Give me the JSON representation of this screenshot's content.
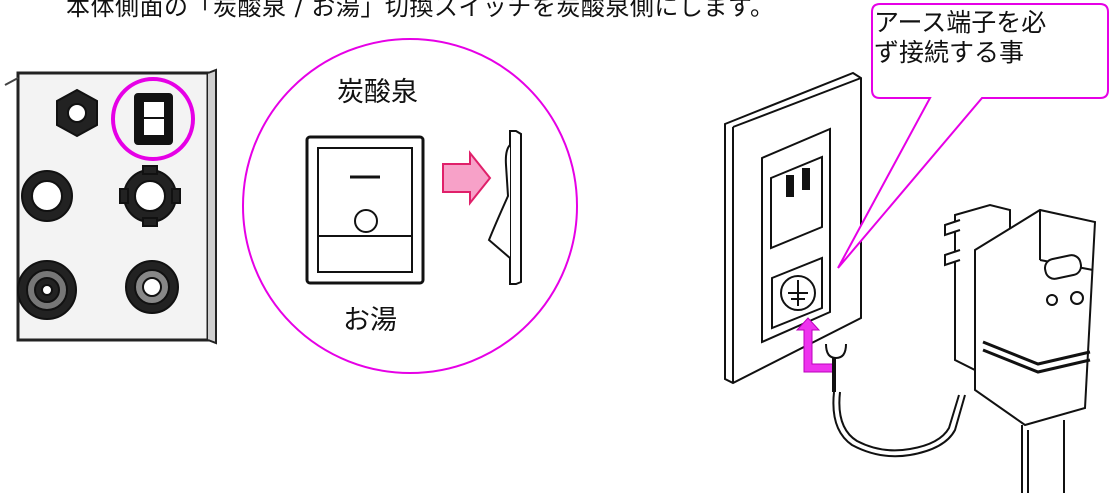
{
  "instruction": "本体側面の「炭酸泉 / お湯」切換スイッチを炭酸泉側にします。",
  "switch_diagram": {
    "label_top": "炭酸泉",
    "label_bottom": "お湯"
  },
  "callout": {
    "text": "アース端子を必\nず接続する事"
  },
  "colors": {
    "highlight_circle": "#e600e6",
    "arrow_fill": "#f7a1c8",
    "arrow_stroke": "#e0206a",
    "earth_arrow": "#ee33ee"
  },
  "icons": [
    "hex-nut-icon",
    "rocker-switch-icon",
    "arrow-right-icon",
    "earth-terminal-icon",
    "earth-arrow-icon"
  ]
}
